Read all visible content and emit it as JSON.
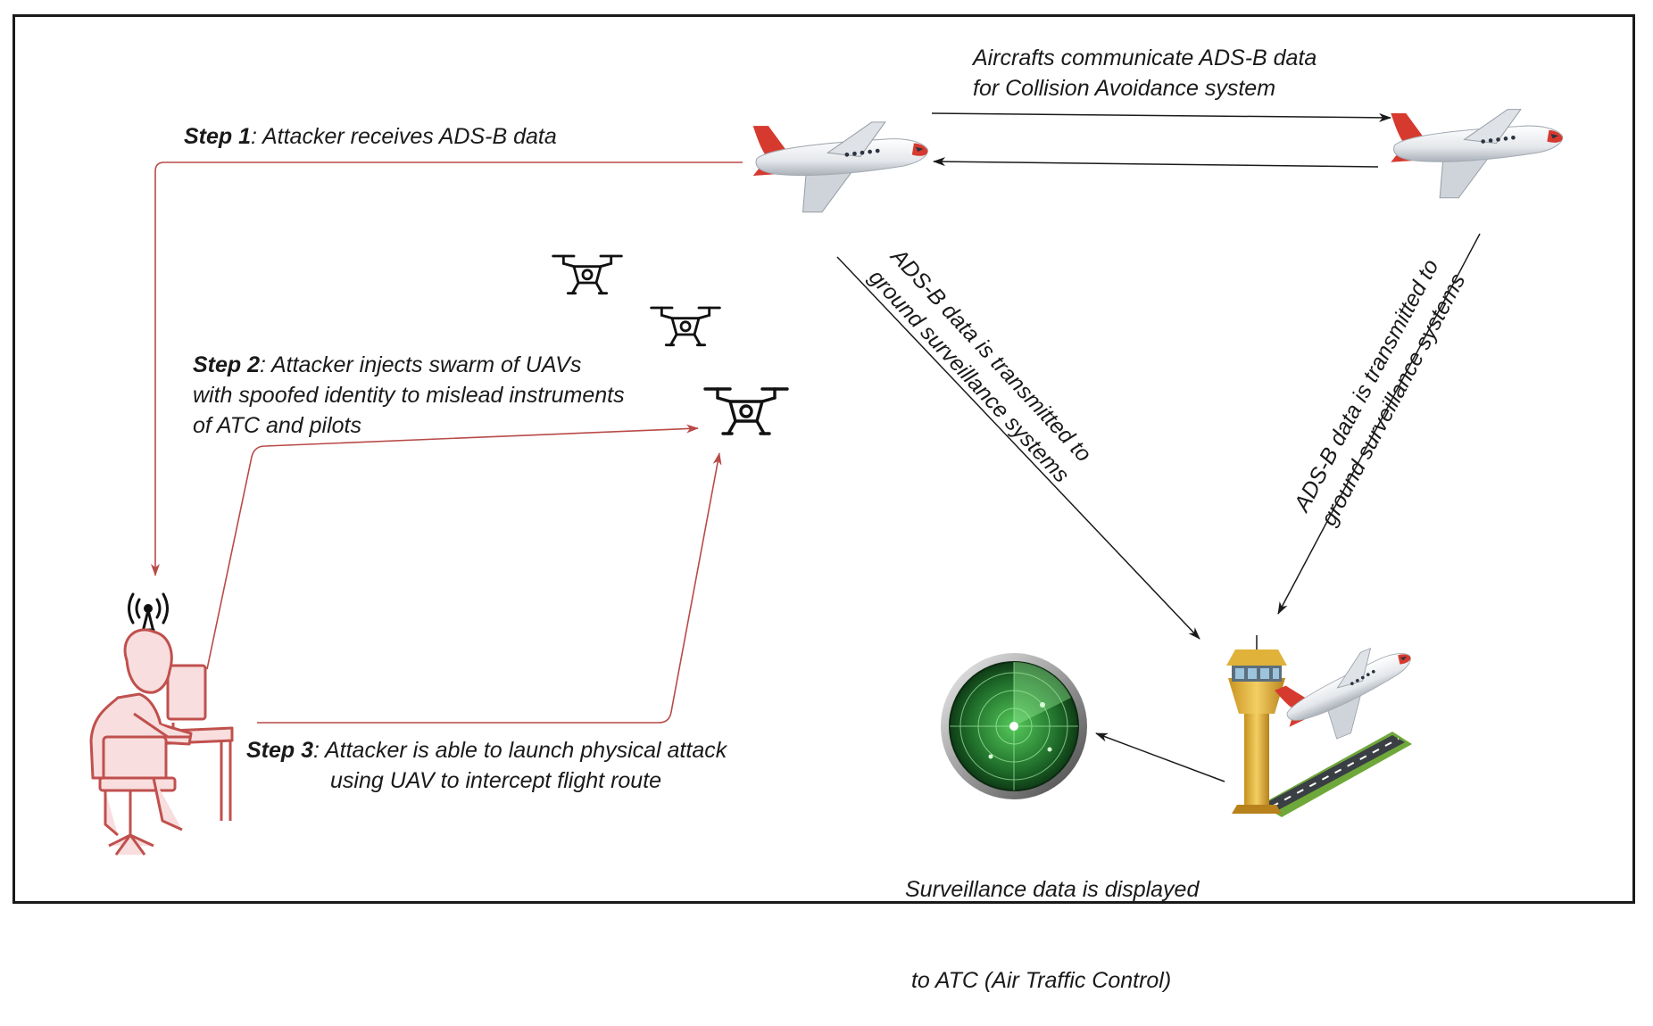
{
  "labels": {
    "aircraft_comm": [
      "Aircrafts communicate ADS-B data",
      "for  Collision Avoidance system"
    ],
    "step1": {
      "prefix": "Step 1",
      "text": ": Attacker receives ADS-B data"
    },
    "step2": {
      "prefix": "Step 2",
      "line1": ": Attacker injects swarm of UAVs",
      "line2": "with spoofed identity to mislead instruments",
      "line3": "of ATC and pilots"
    },
    "step3": {
      "prefix": "Step 3",
      "line1": ": Attacker is able to launch physical attack",
      "line2": "using UAV to intercept flight route"
    },
    "adsb_left": [
      "ADS-B data is transmitted to",
      "ground surveillance systems"
    ],
    "adsb_right": [
      "ADS-B data is transmitted to",
      "ground surveillance systems"
    ],
    "surveillance": [
      "Surveillance data is displayed",
      " to ATC (Air Traffic Control)"
    ]
  },
  "colors": {
    "attacker": "#c0504d",
    "arrow_dark": "#1a1a1a",
    "arrow_red": "#b84a48",
    "plane_body": "#e9ebee",
    "plane_accent": "#d63a2f",
    "radar_green": "#2e8b3a",
    "tower": "#e0b23a"
  },
  "icons": [
    "airplane-icon",
    "drone-icon",
    "hacker-icon",
    "antenna-icon",
    "radar-icon",
    "control-tower-icon",
    "runway-icon"
  ]
}
